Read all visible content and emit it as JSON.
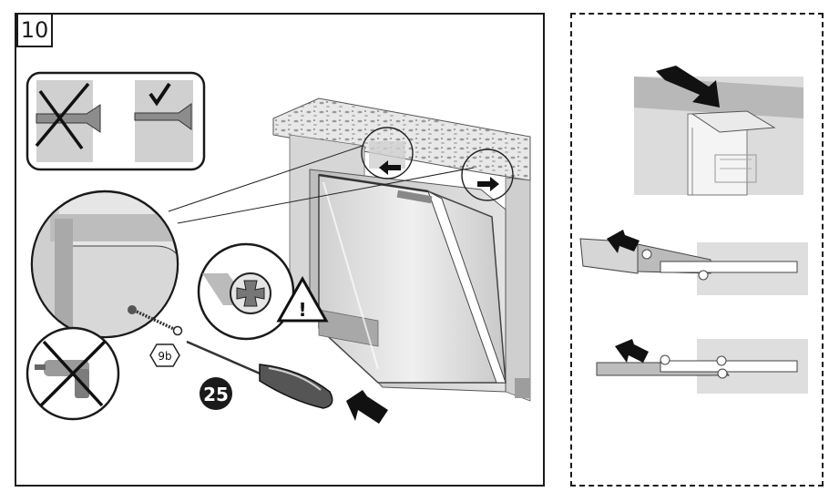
{
  "step": {
    "number": "10"
  },
  "main": {
    "screw_label": "9b",
    "torque_value": "25",
    "warning_symbol": "!"
  },
  "icons": {
    "correct": "check-mark-icon",
    "incorrect": "cross-mark-icon",
    "warning": "warning-triangle-icon",
    "screwdriver": "screwdriver-icon",
    "drill": "power-drill-icon",
    "screw": "screw-icon",
    "arrow": "push-arrow-icon"
  },
  "colors": {
    "line": "#1a1a1a",
    "panel_gray": "#d9d9d9",
    "mid_gray": "#b3b3b3",
    "dark_gray": "#8c8c8c",
    "badge": "#1a1a1a"
  }
}
